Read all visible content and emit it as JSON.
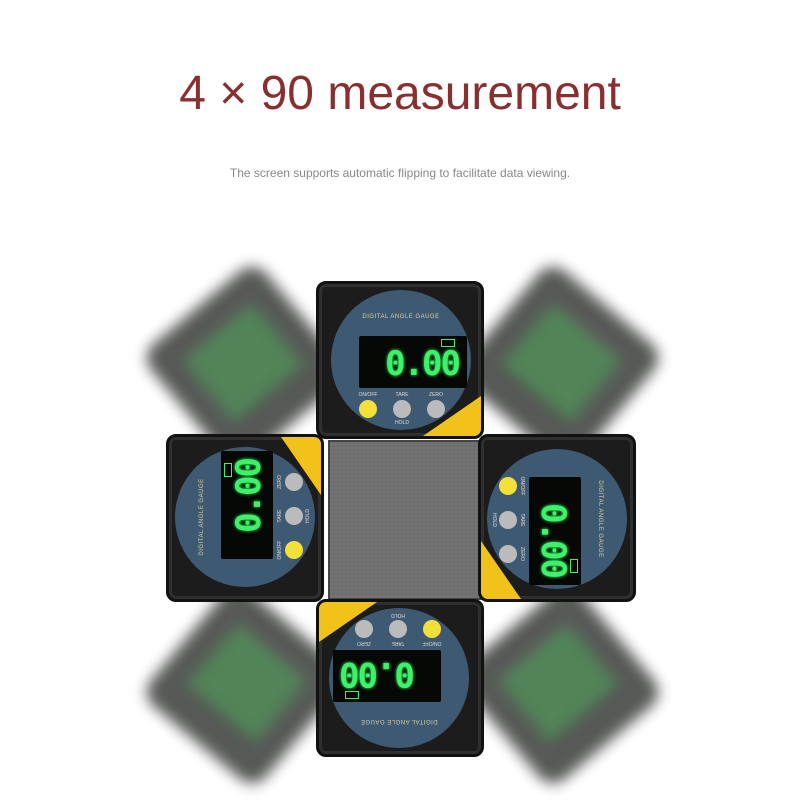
{
  "title": "4 × 90 measurement",
  "subtitle": "The screen supports automatic flipping to facilitate data viewing.",
  "device": {
    "name": "DIGITAL ANGLE GAUGE",
    "reading": "0.00",
    "buttons": [
      "ON/OFF",
      "TARE",
      "ZERO"
    ],
    "hold_label": "HOLD",
    "accent_color": "#f1c21a",
    "display_color": "#3ef06a"
  },
  "orientations_deg": [
    0,
    -90,
    90,
    180
  ]
}
